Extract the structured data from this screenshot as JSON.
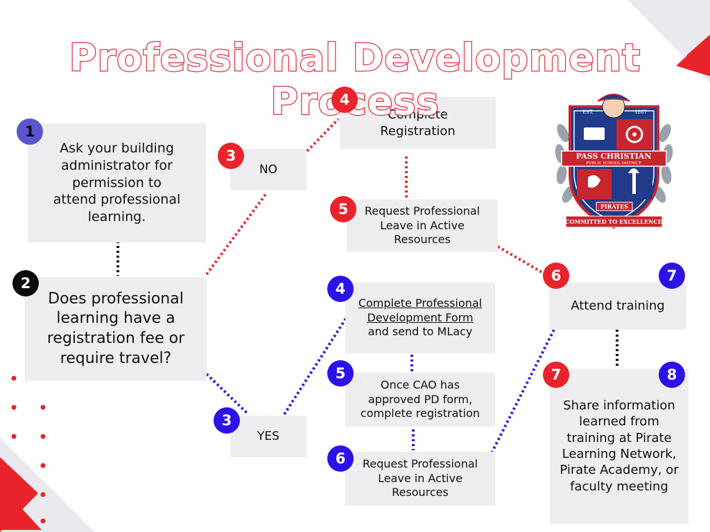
{
  "title": "Professional Development Process",
  "colors": {
    "red": "#e8232c",
    "blue": "#2b13e8",
    "black": "#0a0a0a",
    "box": "#eeeef0"
  },
  "steps": {
    "s1": {
      "number": "1",
      "text": "Ask your building administrator for permission to attend professional learning."
    },
    "s2": {
      "number": "2",
      "text": "Does professional learning have a registration fee or require travel?"
    },
    "no": {
      "number": "3",
      "text": "NO"
    },
    "yes": {
      "number": "3",
      "text": "YES"
    },
    "no4": {
      "number": "4",
      "text": "Complete Registration"
    },
    "no5": {
      "number": "5",
      "text": "Request Professional Leave in Active Resources"
    },
    "yes4": {
      "number": "4",
      "link": "Complete Professional Development Form",
      "text": "and send to MLacy"
    },
    "yes5": {
      "number": "5",
      "text": "Once CAO has approved PD form, complete registration"
    },
    "yes6": {
      "number": "6",
      "text": "Request Professional Leave in Active Resources"
    },
    "attend": {
      "number_a": "6",
      "number_b": "7",
      "text": "Attend training"
    },
    "share": {
      "number_a": "7",
      "number_b": "8",
      "text": "Share information learned from training at Pirate Learning Network, Pirate Academy, or faculty meeting"
    }
  },
  "crest": {
    "est": "EST.",
    "year": "1887",
    "name": "PASS CHRISTIAN",
    "district": "PUBLIC SCHOOL DISTRICT",
    "mascot": "PIRATES",
    "motto": "COMMITTED TO EXCELLENCE"
  }
}
